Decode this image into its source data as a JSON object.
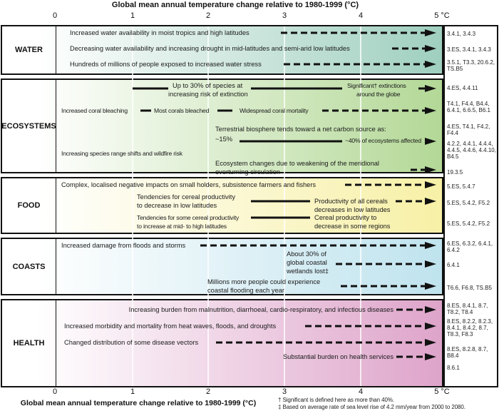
{
  "axis": {
    "title": "Global mean annual temperature change relative to 1980-1999 (°C)",
    "ticks": [
      "0",
      "1",
      "2",
      "3",
      "4",
      "5 °C"
    ],
    "range": [
      0,
      5
    ]
  },
  "colors": {
    "water": "#9fcfbf",
    "ecosystems": "#b3d896",
    "food": "#f7f0a6",
    "coasts": "#bfe3ee",
    "health": "#dea4ca"
  },
  "sectors": {
    "water": {
      "label": "WATER",
      "items": [
        "Increased water availability in moist tropics and high latitudes",
        "Decreasing water availability and increasing drought in mid-latitudes and semi-arid low latitudes",
        "Hundreds of millions of people exposed to increased water stress"
      ],
      "refs": [
        "3.4.1, 3.4.3",
        "3.ES, 3.4.1, 3.4.3",
        "3.5.1, T3.3, 20.6.2, TS.B5"
      ]
    },
    "ecosystems": {
      "label": "ECOSYSTEMS",
      "items": [
        "Up to 30% of species at",
        "increasing risk of extinction",
        "Significant† extinctions",
        "around the globe",
        "Increased coral bleaching",
        "Most corals bleached",
        "Widespread coral mortality",
        "Terrestrial biosphere tends toward a net carbon source as:",
        "~15%",
        "~40% of ecosystems affected",
        "Increasing species range shifts and wildfire risk",
        "Ecosystem changes due to weakening of the meridional",
        "overturning circulation"
      ],
      "refs": [
        "4.ES, 4.4.11",
        "T4.1, F4.4, B4.4, 6.4.1, 6.6.5, B6.1",
        "4.ES, T4.1, F4.2, F4.4",
        "4.2.2, 4.4.1, 4.4.4, 4.4.5, 4.4.6, 4.4.10, B4.5",
        "19.3.5"
      ]
    },
    "food": {
      "label": "FOOD",
      "items": [
        "Complex, localised negative impacts on small holders, subsistence farmers and fishers",
        "Tendencies for cereal productivity",
        "to decrease in low latitudes",
        "Productivity of all cereals",
        "decreases in low latitudes",
        "Tendencies for some cereal productivity",
        "to increase at mid- to high latitudes",
        "Cereal productivity to",
        "decrease in some regions"
      ],
      "refs": [
        "5.ES, 5.4.7",
        "5.ES, 5.4.2, F5.2",
        "5.ES, 5.4.2, F5.2"
      ]
    },
    "coasts": {
      "label": "COASTS",
      "items": [
        "Increased damage from floods and storms",
        "About 30% of",
        "global coastal",
        "wetlands lost‡",
        "Millions more people could experience",
        "coastal flooding each year"
      ],
      "refs": [
        "6.ES, 6.3.2, 6.4.1, 6.4.2",
        "6.4.1",
        "T6.6, F6.8, TS.B5"
      ]
    },
    "health": {
      "label": "HEALTH",
      "items": [
        "Increasing burden from malnutrition, diarrhoeal, cardio-respiratory, and infectious diseases",
        "Increased morbidity and mortality from heat waves, floods, and droughts",
        "Changed distribution of some disease vectors",
        "Substantial burden on health services"
      ],
      "refs": [
        "8.ES, 8.4.1, 8.7, T8.2, T8.4",
        "8.ES, 8.2.2, 8.2.3, 8.4.1, 8.4.2, 8.7, T8.3, F8.3",
        "8.ES, 8.2.8, 8.7, B8.4",
        "8.6.1"
      ]
    }
  },
  "footnotes": [
    "† Significant is defined here as more than 40%.",
    "‡ Based on average rate of sea level rise of 4.2 mm/year from 2000 to 2080."
  ]
}
